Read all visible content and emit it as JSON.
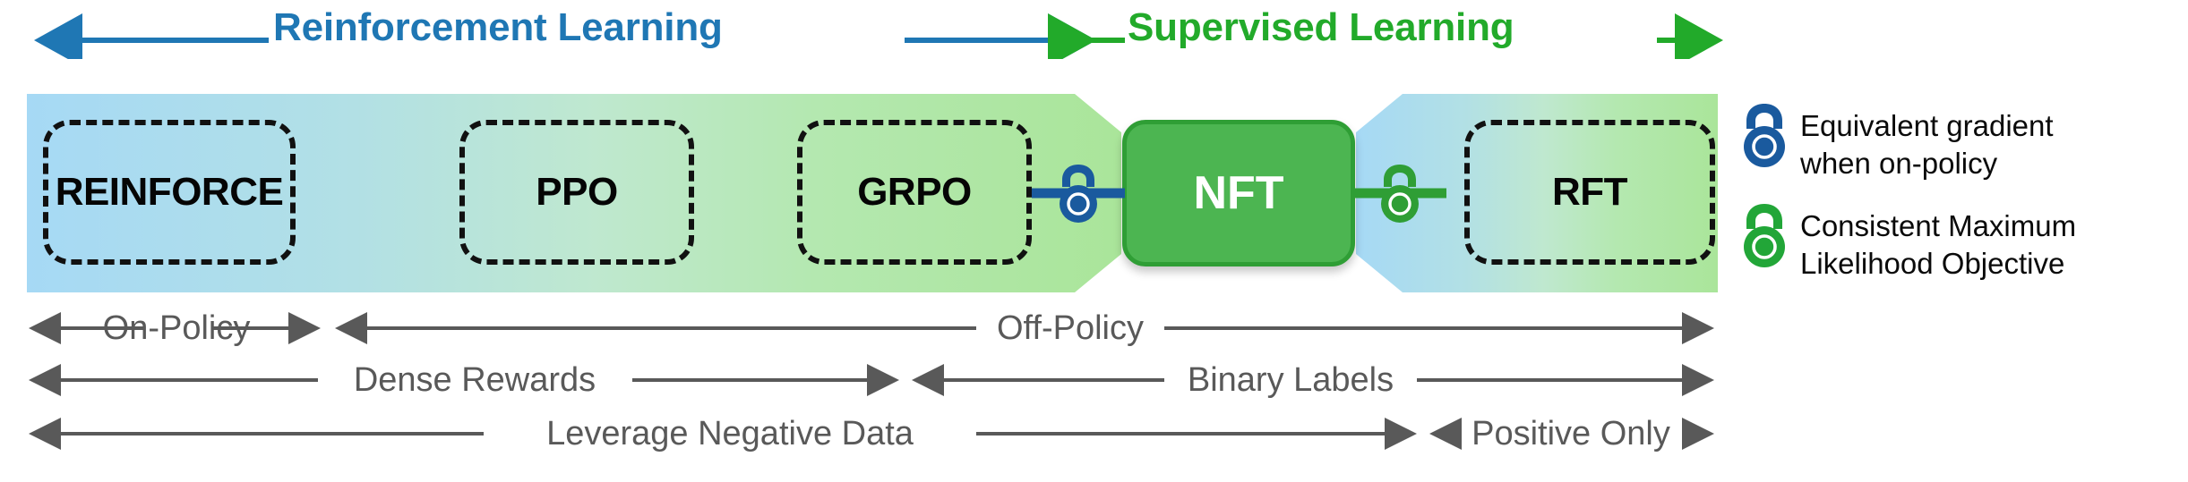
{
  "header": {
    "left": {
      "label": "Reinforcement Learning",
      "color": "#1f77b4",
      "arrow_left_icon": "arrow-left-icon",
      "arrow_right_icon": "arrow-right-icon"
    },
    "right": {
      "label": "Supervised Learning",
      "color": "#22aa2a",
      "arrow_left_icon": "arrow-left-icon",
      "arrow_right_icon": "arrow-right-icon"
    }
  },
  "band": {
    "gradient_start_color": "#a6d9f5",
    "gradient_mid_color": "#bfe8cf",
    "gradient_end_color": "#aae59a",
    "boxes": [
      {
        "label": "REINFORCE",
        "style": "dashed"
      },
      {
        "label": "PPO",
        "style": "dashed"
      },
      {
        "label": "GRPO",
        "style": "dashed"
      },
      {
        "label": "NFT",
        "style": "solid",
        "fill_color": "#4cb551",
        "text_color": "#ffffff"
      },
      {
        "label": "RFT",
        "style": "dashed"
      }
    ],
    "connectors": [
      {
        "icon": "lock-icon",
        "color": "#1a5a9e",
        "from": "GRPO",
        "to": "NFT"
      },
      {
        "icon": "lock-icon",
        "color": "#2f9e35",
        "from": "NFT",
        "to": "RFT"
      }
    ]
  },
  "annotations": {
    "color": "#595959",
    "rows": [
      {
        "left_label": "On-Policy",
        "right_label": "Off-Policy"
      },
      {
        "left_label": "Dense Rewards",
        "right_label": "Binary Labels"
      },
      {
        "left_label": "Leverage Negative Data",
        "right_label": "Positive Only"
      }
    ]
  },
  "legend": {
    "items": [
      {
        "icon": "lock-icon",
        "color": "#1a5a9e",
        "text": "Equivalent gradient\nwhen on-policy"
      },
      {
        "icon": "lock-icon",
        "color": "#22a638",
        "text": "Consistent Maximum\nLikelihood Objective"
      }
    ]
  }
}
